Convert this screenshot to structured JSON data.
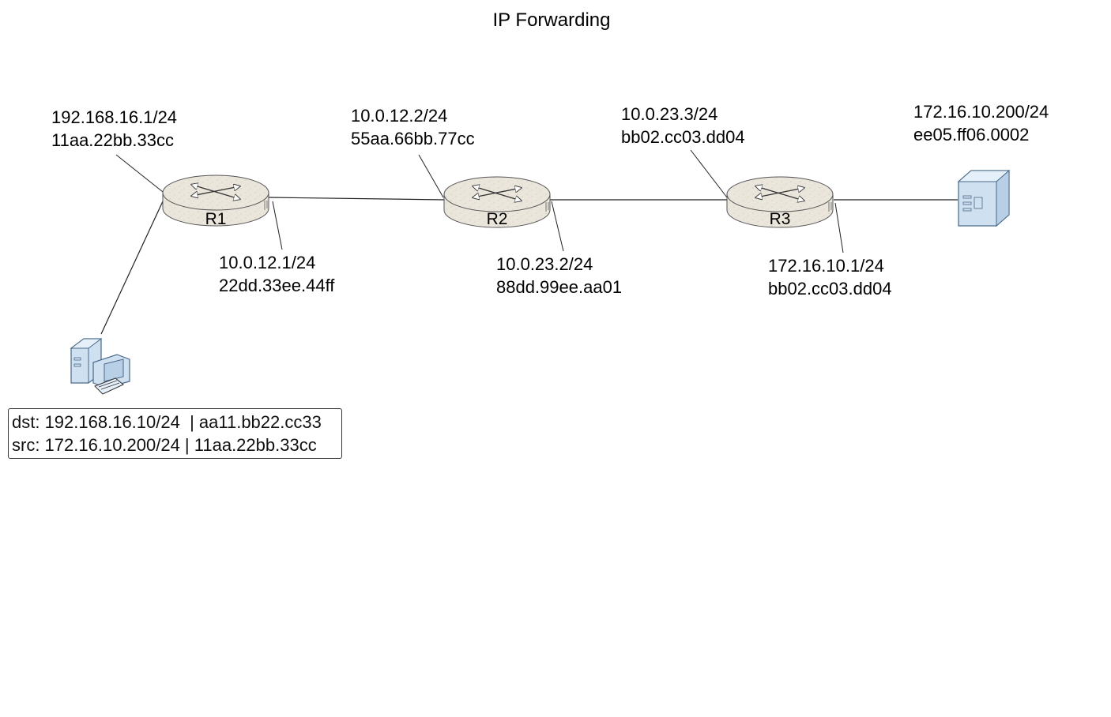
{
  "title": "IP Forwarding",
  "routers": [
    {
      "name": "R1"
    },
    {
      "name": "R2"
    },
    {
      "name": "R3"
    }
  ],
  "interfaces": [
    {
      "ip": "192.168.16.1/24",
      "mac": "11aa.22bb.33cc"
    },
    {
      "ip": "10.0.12.1/24",
      "mac": "22dd.33ee.44ff"
    },
    {
      "ip": "10.0.12.2/24",
      "mac": "55aa.66bb.77cc"
    },
    {
      "ip": "10.0.23.2/24",
      "mac": "88dd.99ee.aa01"
    },
    {
      "ip": "10.0.23.3/24",
      "mac": "bb02.cc03.dd04"
    },
    {
      "ip": "172.16.10.1/24",
      "mac": "bb02.cc03.dd04"
    },
    {
      "ip": "172.16.10.200/24",
      "mac": "ee05.ff06.0002"
    }
  ],
  "frame": {
    "dst": "dst: 192.168.16.10/24  | aa11.bb22.cc33",
    "src": "src: 172.16.10.200/24 | 11aa.22bb.33cc"
  },
  "colors": {
    "router_fill": "#ebe6dc",
    "router_stroke": "#555555",
    "device_fill": "#cfe0f0",
    "device_stroke": "#4a6a8a",
    "link": "#222222"
  },
  "icons": {
    "router": "router-icon",
    "workstation": "desktop-computer-icon",
    "server": "server-icon"
  }
}
